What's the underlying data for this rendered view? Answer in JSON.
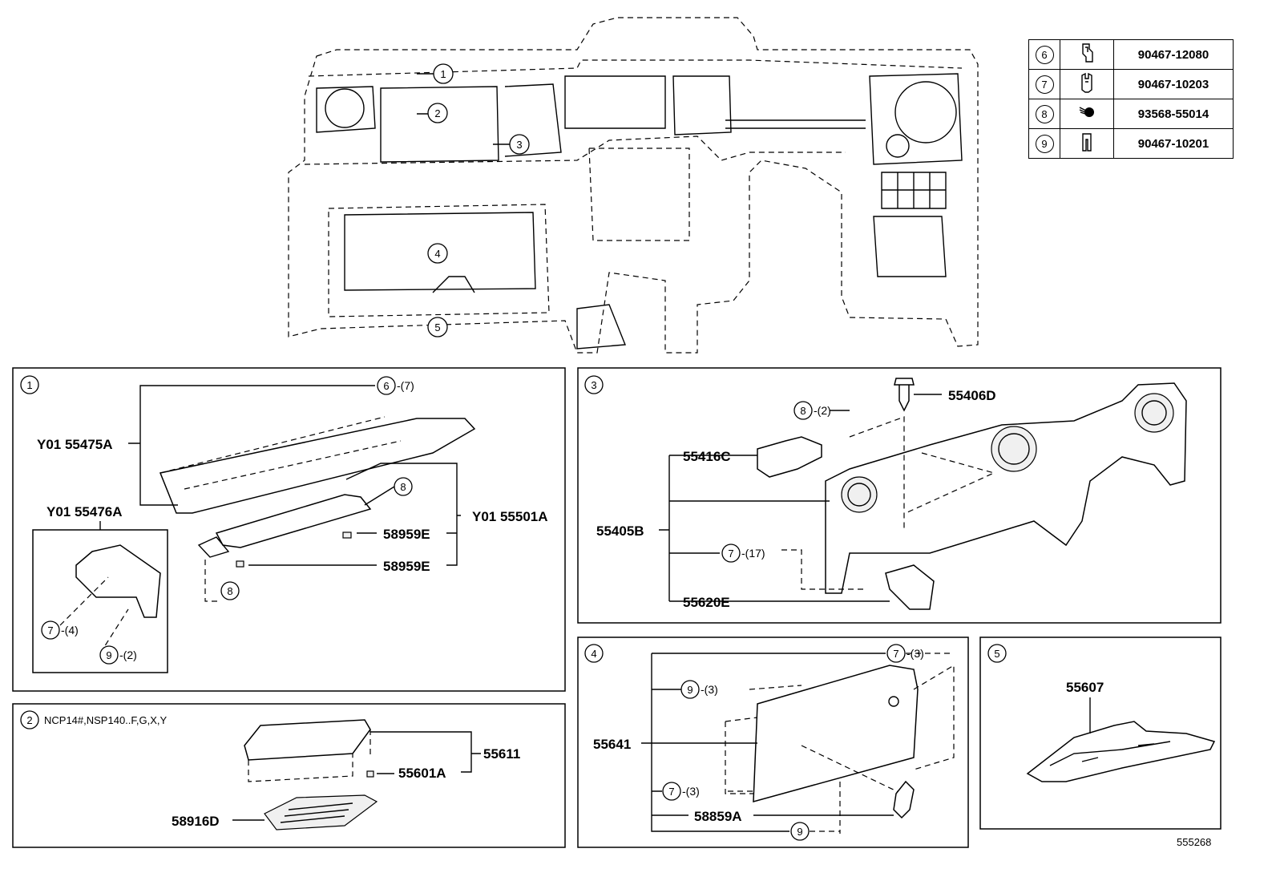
{
  "legend": [
    {
      "callout": "6",
      "icon": "clip-icon",
      "part": "90467-12080"
    },
    {
      "callout": "7",
      "icon": "clip-icon",
      "part": "90467-10203"
    },
    {
      "callout": "8",
      "icon": "screw-icon",
      "part": "93568-55014"
    },
    {
      "callout": "9",
      "icon": "clip-icon",
      "part": "90467-10201"
    }
  ],
  "overview": {
    "callouts": [
      "1",
      "2",
      "3",
      "4",
      "5"
    ]
  },
  "panel1": {
    "id": "1",
    "ref_6": "6",
    "qty_6": "-(7)",
    "p_55475A": "Y01 55475A",
    "p_55476A": "Y01 55476A",
    "ref_8a": "8",
    "p_55501A": "Y01 55501A",
    "p_58959E_1": "58959E",
    "p_58959E_2": "58959E",
    "ref_8b": "8",
    "ref_7": "7",
    "qty_7": "-(4)",
    "ref_9": "9",
    "qty_9": "-(2)"
  },
  "panel2": {
    "id": "2",
    "note": "NCP14#,NSP140..F,G,X,Y",
    "p_55611": "55611",
    "p_55601A": "55601A",
    "p_58916D": "58916D"
  },
  "panel3": {
    "id": "3",
    "p_55406D": "55406D",
    "ref_8": "8",
    "qty_8": "-(2)",
    "p_55416C": "55416C",
    "p_55405B": "55405B",
    "ref_7": "7",
    "qty_7": "-(17)",
    "p_55620E": "55620E"
  },
  "panel4": {
    "id": "4",
    "ref_7a": "7",
    "qty_7a": "-(3)",
    "ref_9a": "9",
    "qty_9a": "-(3)",
    "p_55641": "55641",
    "ref_7b": "7",
    "qty_7b": "-(3)",
    "p_58859A": "58859A",
    "ref_9b": "9"
  },
  "panel5": {
    "id": "5",
    "p_55607": "55607"
  },
  "illustration_code": "555268"
}
